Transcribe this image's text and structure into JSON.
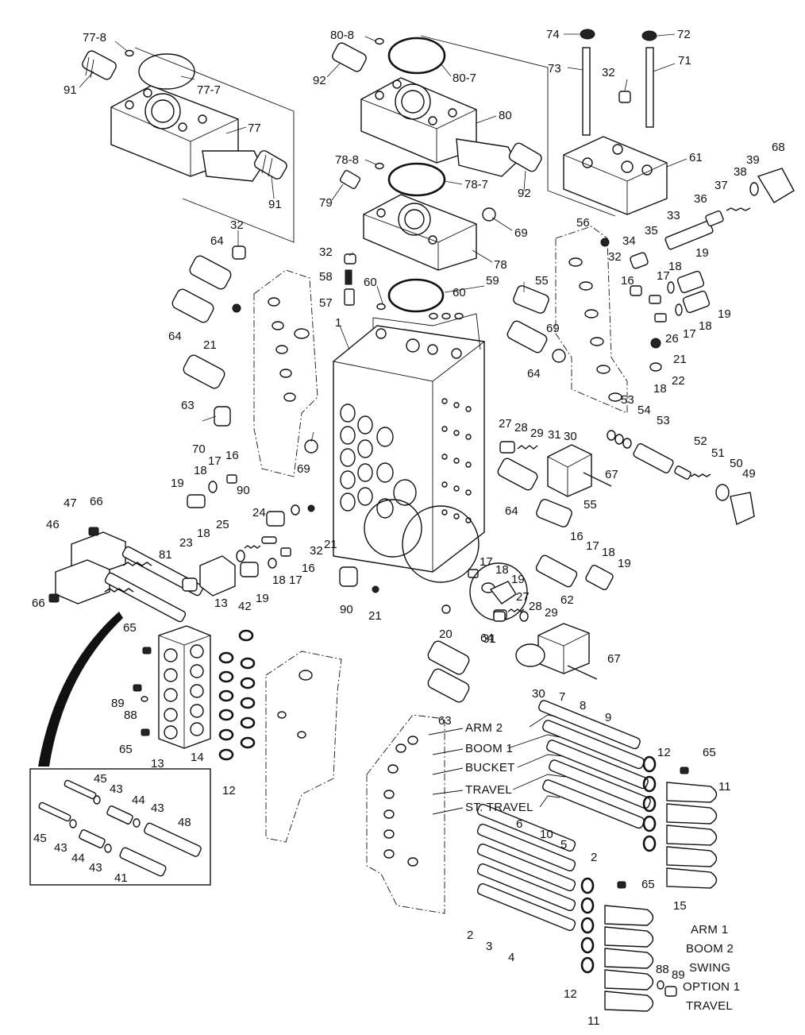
{
  "diagram": {
    "section_labels": [
      "ARM 2",
      "BOOM 1",
      "BUCKET",
      "TRAVEL",
      "ST. TRAVEL",
      "ARM 1",
      "BOOM 2",
      "SWING",
      "OPTION 1",
      "TRAVEL"
    ],
    "callouts": [
      "77-8",
      "91",
      "77-7",
      "77",
      "91",
      "80-8",
      "92",
      "80-7",
      "80",
      "92",
      "78-8",
      "78-7",
      "79",
      "69",
      "78",
      "74",
      "72",
      "73",
      "71",
      "32",
      "61",
      "39",
      "68",
      "38",
      "37",
      "36",
      "33",
      "35",
      "34",
      "32",
      "18",
      "19",
      "16",
      "17",
      "19",
      "18",
      "17",
      "26",
      "21",
      "22",
      "18",
      "56",
      "32",
      "64",
      "32",
      "58",
      "57",
      "60",
      "59",
      "60",
      "1",
      "64",
      "21",
      "63",
      "55",
      "69",
      "64",
      "70",
      "69",
      "16",
      "17",
      "18",
      "19",
      "53",
      "54",
      "53",
      "52",
      "51",
      "50",
      "49",
      "27",
      "28",
      "29",
      "31",
      "30",
      "67",
      "64",
      "55",
      "47",
      "66",
      "46",
      "66",
      "90",
      "24",
      "25",
      "18",
      "23",
      "32",
      "21",
      "16",
      "17",
      "18",
      "19",
      "81",
      "90",
      "21",
      "16",
      "17",
      "18",
      "19",
      "17",
      "18",
      "19",
      "27",
      "62",
      "28",
      "29",
      "20",
      "64",
      "31",
      "30",
      "67",
      "63",
      "13",
      "42",
      "65",
      "89",
      "88",
      "65",
      "14",
      "13",
      "12",
      "45",
      "43",
      "44",
      "43",
      "45",
      "43",
      "44",
      "43",
      "48",
      "41",
      "7",
      "8",
      "9",
      "12",
      "65",
      "11",
      "10",
      "2",
      "6",
      "5",
      "15",
      "65",
      "3",
      "4",
      "2",
      "12",
      "88",
      "89",
      "11"
    ]
  }
}
